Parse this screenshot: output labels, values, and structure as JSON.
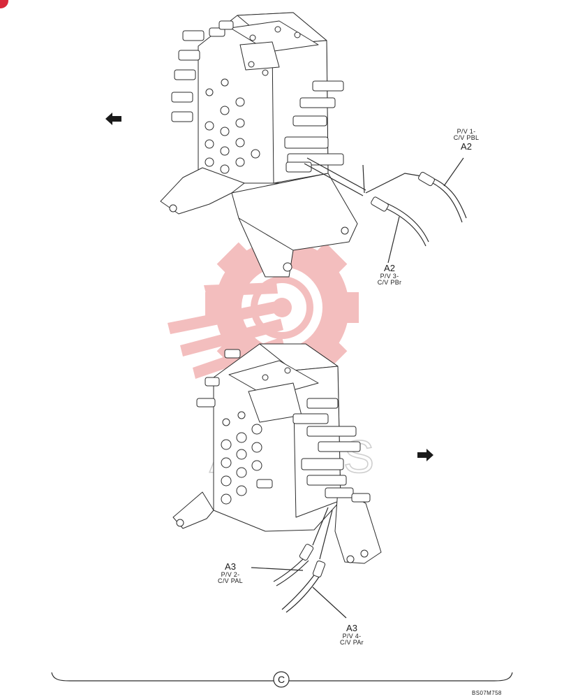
{
  "colors": {
    "line": "#2b2b2b",
    "watermark": "#f2b3b3",
    "watermark_text": "#cfcfcf",
    "corner_dot": "#d8283a"
  },
  "labels": {
    "top_right": {
      "line1": "P/V 1-",
      "line2": "C/V PBL",
      "code": "A2"
    },
    "top_middle": {
      "code": "A2",
      "line1": "P/V 3-",
      "line2": "C/V PBr"
    },
    "bottom_left": {
      "code": "A3",
      "line1": "P/V 2-",
      "line2": "C/V PAL"
    },
    "bottom_right": {
      "code": "A3",
      "line1": "P/V 4-",
      "line2": "C/V PAr"
    }
  },
  "watermark_text": "AHTES",
  "section_letter": "C",
  "doc_id": "BS07M758",
  "icons": {
    "left_arrow": "arrow-left-icon",
    "right_arrow": "arrow-right-icon",
    "watermark": "gear-logo-icon"
  }
}
